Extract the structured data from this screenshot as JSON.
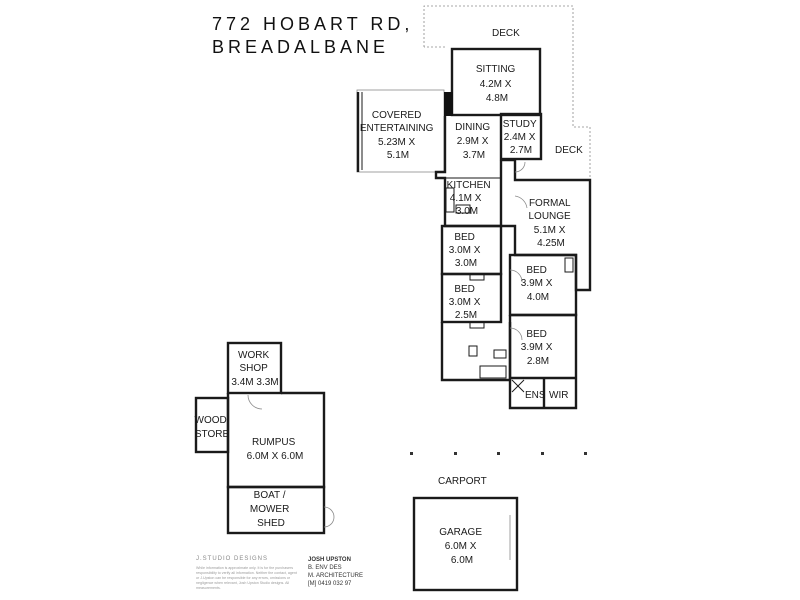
{
  "header": {
    "line1": "772 HOBART RD,",
    "line2": "BREADALBANE"
  },
  "rooms": {
    "deck_top": "DECK",
    "deck_right": "DECK",
    "sitting": [
      "SITTING",
      "4.2M X",
      "4.8M"
    ],
    "covered_entertaining": [
      "COVERED",
      "ENTERTAINING",
      "5.23M X",
      "5.1M"
    ],
    "dining": [
      "DINING",
      "2.9M X",
      "3.7M"
    ],
    "study": [
      "STUDY",
      "2.4M X",
      "2.7M"
    ],
    "kitchen": [
      "KITCHEN",
      "4.1M X",
      "3.0M"
    ],
    "formal_lounge": [
      "FORMAL",
      "LOUNGE",
      "5.1M X",
      "4.25M"
    ],
    "bed_a": [
      "BED",
      "3.0M X",
      "3.0M"
    ],
    "bed_b": [
      "BED",
      "3.0M X",
      "2.5M"
    ],
    "bed_c": [
      "BED",
      "3.9M X",
      "4.0M"
    ],
    "bed_d": [
      "BED",
      "3.9M X",
      "2.8M"
    ],
    "ens": "ENS",
    "wir": "WIR",
    "workshop": [
      "WORK",
      "SHOP",
      "3.4M 3.3M"
    ],
    "wood_store": [
      "WOOD",
      "STORE"
    ],
    "rumpus": [
      "RUMPUS",
      "6.0M X 6.0M"
    ],
    "boat_shed": [
      "BOAT /",
      "MOWER",
      "SHED"
    ],
    "carport": "CARPORT",
    "garage": [
      "GARAGE",
      "6.0M X",
      "6.0M"
    ]
  },
  "credits": {
    "studio": "J.STUDIO DESIGNS",
    "disclaimer": "While information is approximate only. It is for the purchasers responsibility to verify all information. Neither the contact, agent or J.Upston can be responsible for any errors, omissions or negligence when relevant, Josh Upston Studio designs. All measurements.",
    "name": "JOSH UPSTON",
    "degree1": "B. ENV DES",
    "degree2": "M. ARCHITECTURE",
    "phone": "[M] 0419 032 97"
  }
}
